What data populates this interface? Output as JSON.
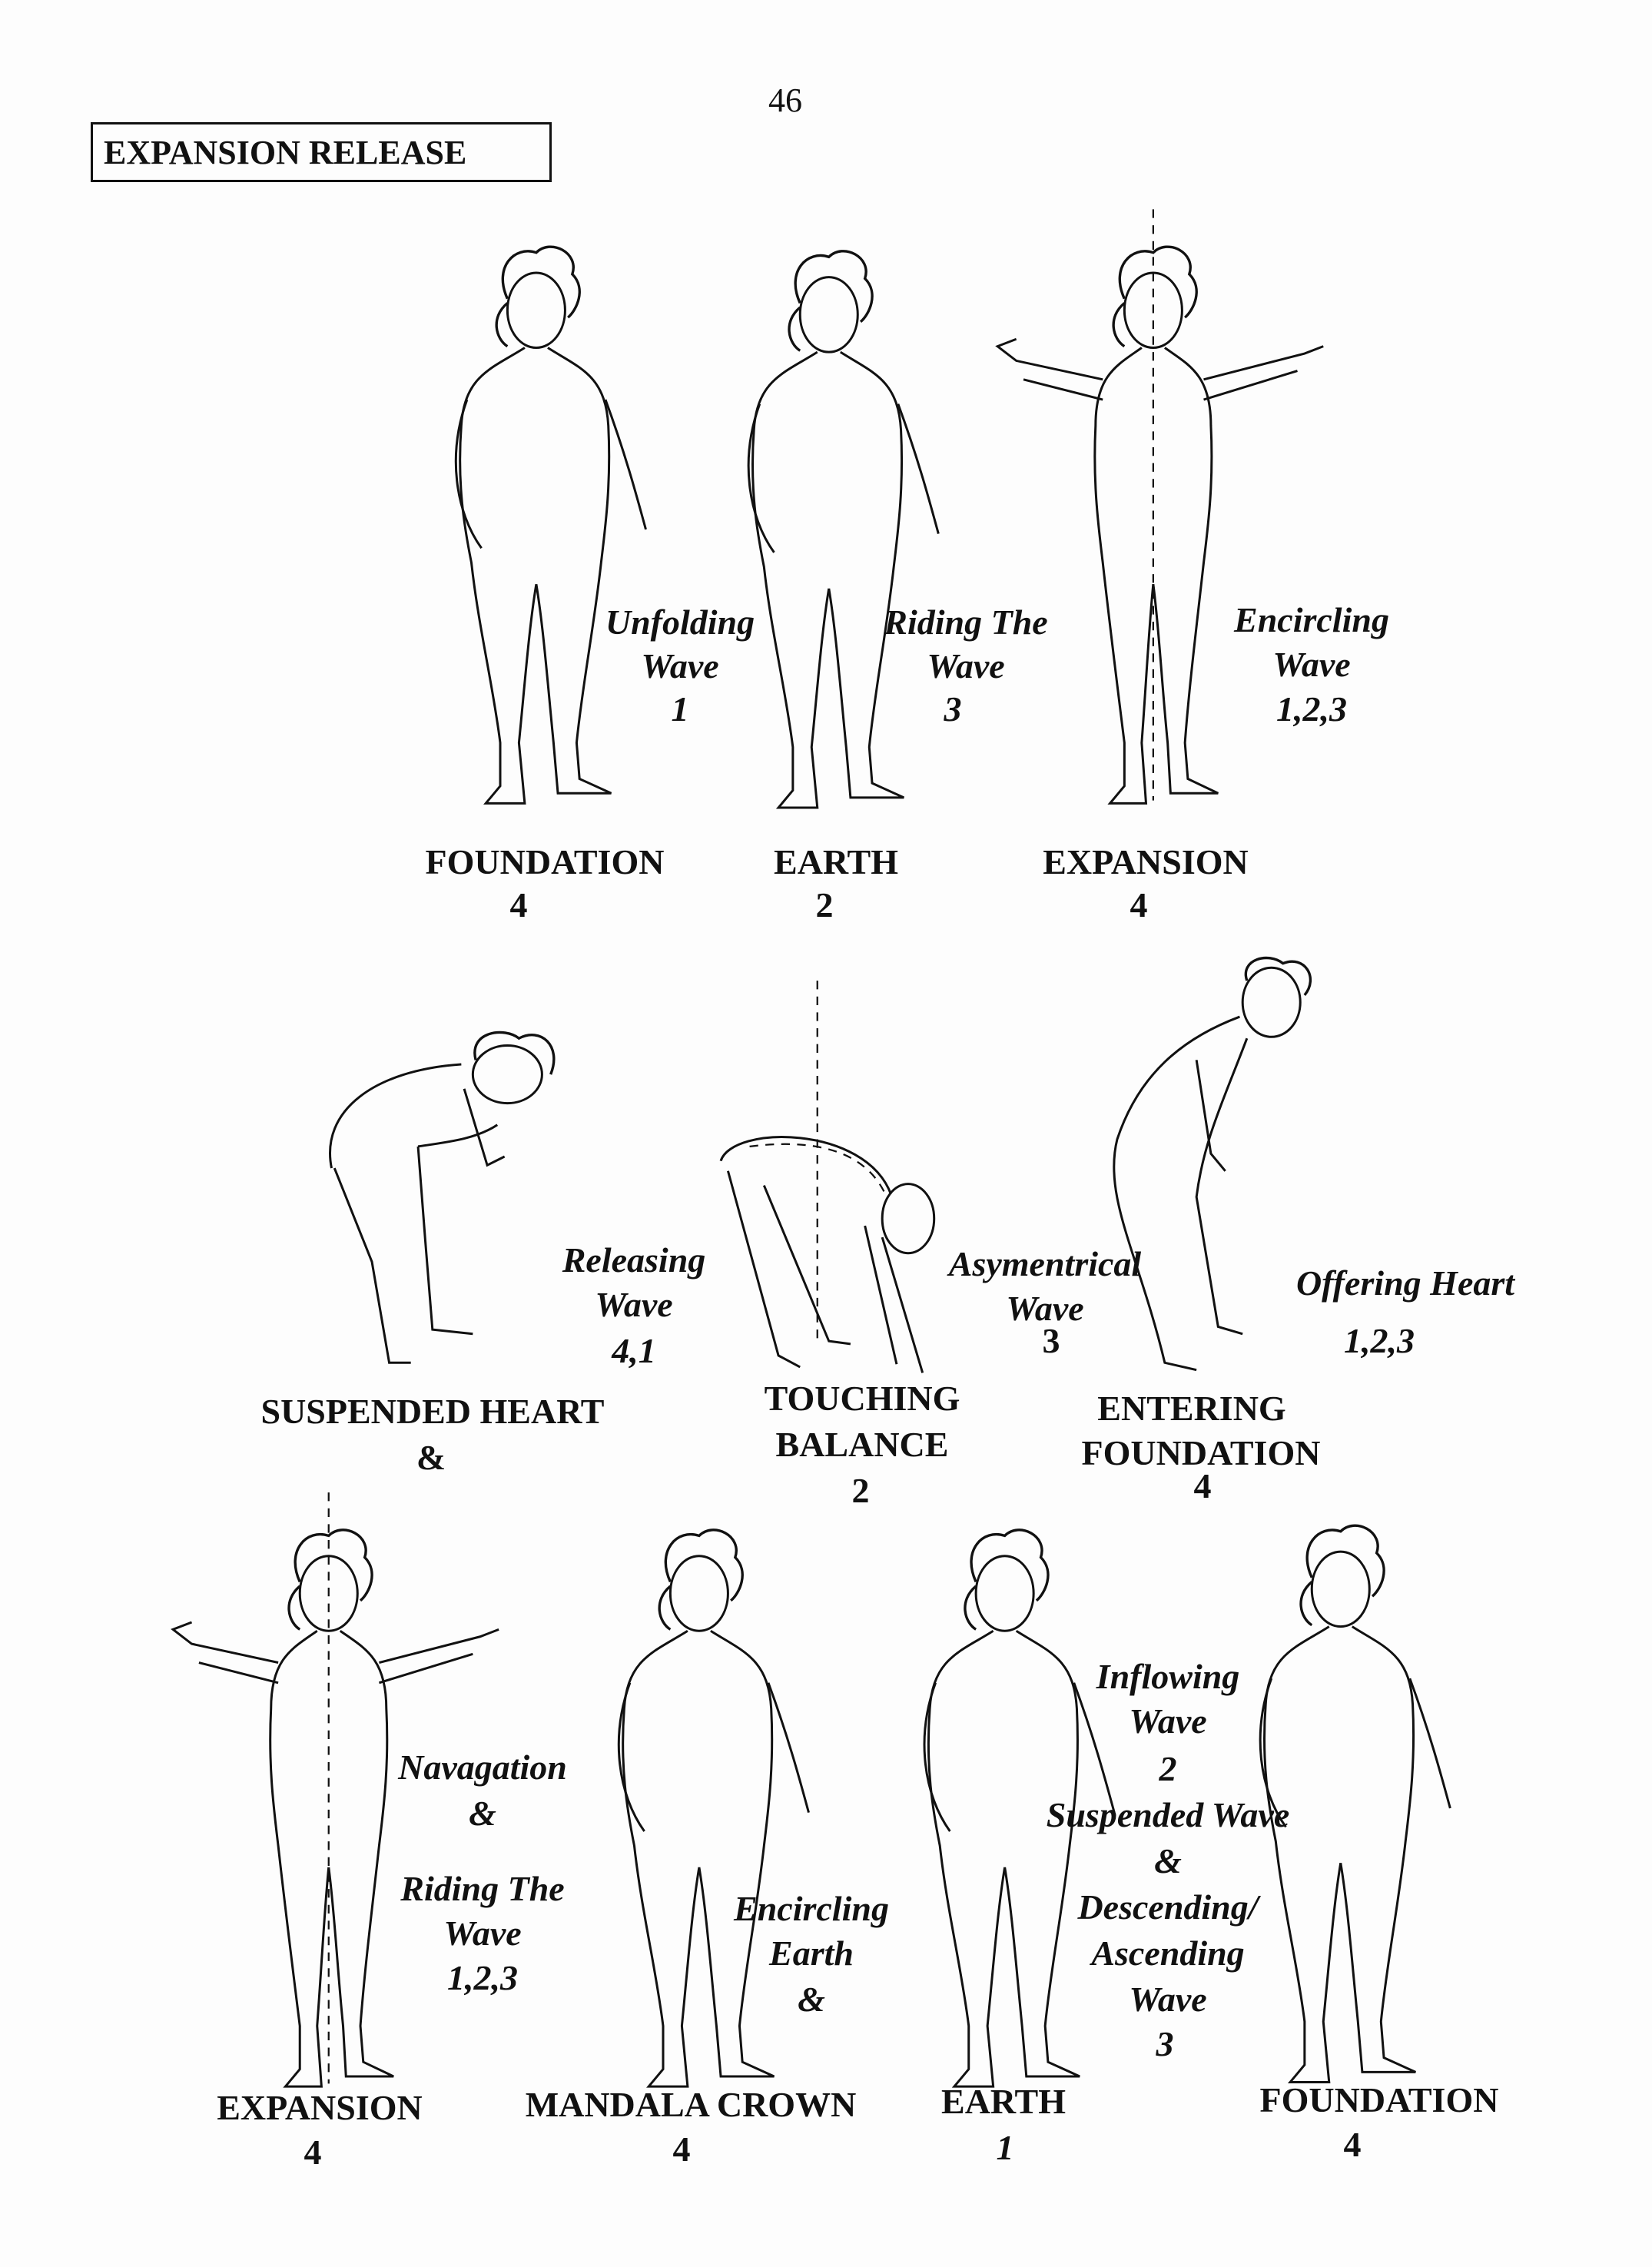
{
  "page_number": "46",
  "section_title": "EXPANSION RELEASE",
  "figures": {
    "r1_foundation": {
      "name": "FOUNDATION",
      "count": "4"
    },
    "r1_earth": {
      "name": "EARTH",
      "count": "2"
    },
    "r1_expansion": {
      "name": "EXPANSION",
      "count": "4"
    },
    "r2_suspended_heart": {
      "name": "SUSPENDED HEART",
      "joiner": "&"
    },
    "r2_touching_balance": {
      "name_1": "TOUCHING",
      "name_2": "BALANCE",
      "count": "2"
    },
    "r2_entering_foundation": {
      "name_1": "ENTERING",
      "name_2": "FOUNDATION",
      "count": "4"
    },
    "r3_expansion": {
      "name": "EXPANSION",
      "count": "4"
    },
    "r3_mandala_crown": {
      "name": "MANDALA CROWN",
      "count": "4"
    },
    "r3_earth": {
      "name": "EARTH",
      "count": "1"
    },
    "r3_foundation": {
      "name": "FOUNDATION",
      "count": "4"
    }
  },
  "waves": {
    "unfolding": [
      "Unfolding",
      "Wave",
      "1"
    ],
    "riding_1": [
      "Riding The",
      "Wave",
      "3"
    ],
    "encircling": [
      "Encircling",
      "Wave",
      "1,2,3"
    ],
    "releasing": [
      "Releasing",
      "Wave",
      "4,1"
    ],
    "asymentrical": [
      "Asymentrical",
      "Wave",
      "3"
    ],
    "offering": [
      "Offering Heart",
      "1,2,3"
    ],
    "navagation": [
      "Navagation",
      "&",
      "Riding The",
      "Wave",
      "1,2,3"
    ],
    "encircling_earth": [
      "Encircling",
      "Earth",
      "&"
    ],
    "inflowing": [
      "Inflowing",
      "Wave",
      "2",
      "Suspended Wave",
      "&",
      "Descending/",
      "Ascending",
      "Wave",
      "3"
    ]
  }
}
